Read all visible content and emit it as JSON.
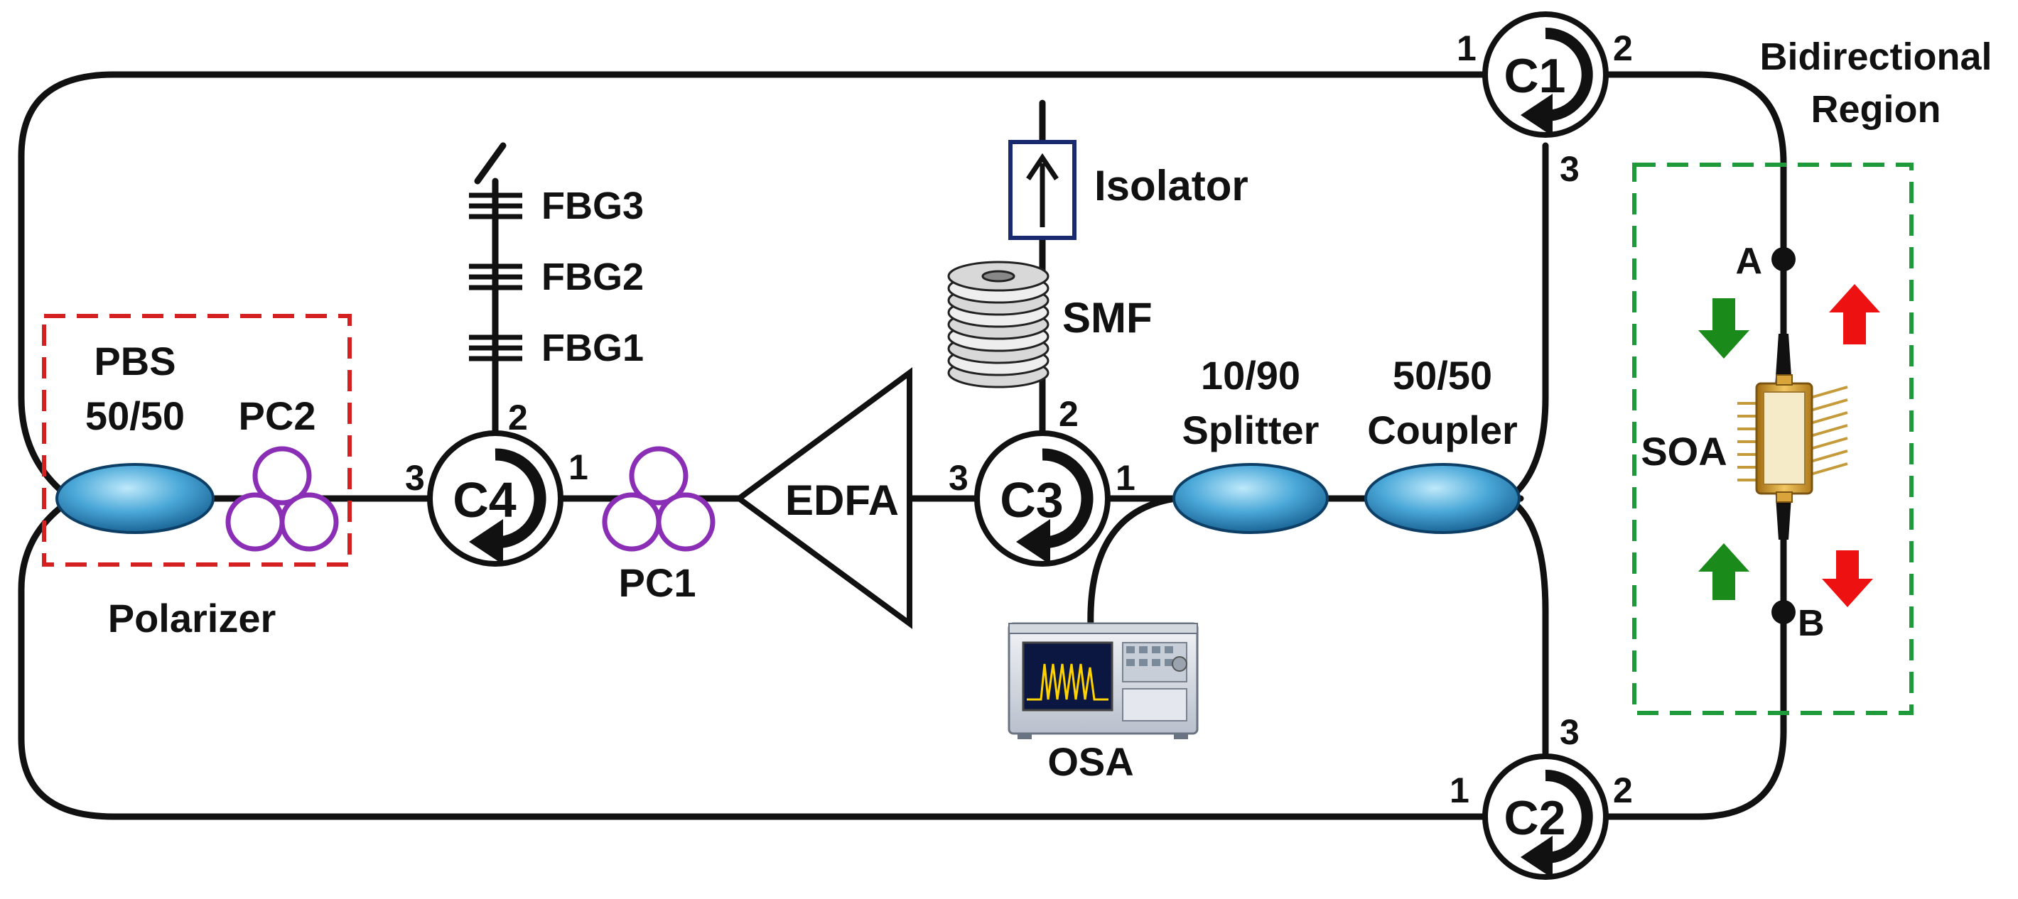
{
  "labels": {
    "bidirectional_region": [
      "Bidirectional",
      "Region"
    ],
    "isolator": "Isolator",
    "smf": "SMF",
    "fbg3": "FBG3",
    "fbg2": "FBG2",
    "fbg1": "FBG1",
    "pbs": [
      "PBS",
      "50/50"
    ],
    "pc2": "PC2",
    "pc1": "PC1",
    "polarizer": "Polarizer",
    "edfa": "EDFA",
    "splitter": [
      "10/90",
      "Splitter"
    ],
    "coupler": [
      "50/50",
      "Coupler"
    ],
    "osa": "OSA",
    "soa": "SOA",
    "point_a": "A",
    "point_b": "B"
  },
  "circulators": {
    "c1": {
      "name": "C1",
      "port1": "1",
      "port2": "2",
      "port3": "3"
    },
    "c2": {
      "name": "C2",
      "port1": "1",
      "port2": "2",
      "port3": "3"
    },
    "c3": {
      "name": "C3",
      "port1": "1",
      "port2": "2",
      "port3": "3"
    },
    "c4": {
      "name": "C4",
      "port1": "1",
      "port2": "2",
      "port3": "3"
    }
  },
  "colors": {
    "fiber": "#111111",
    "polarizer_box": "#d42020",
    "bidirectional_box": "#1f9a3a",
    "polarization_controller": "#8a2fb5",
    "isolator_box": "#1a2a6e",
    "arrow_forward": "#1a8a1a",
    "arrow_backward": "#ee1111",
    "coupler_fill": "#2a8ec8"
  }
}
